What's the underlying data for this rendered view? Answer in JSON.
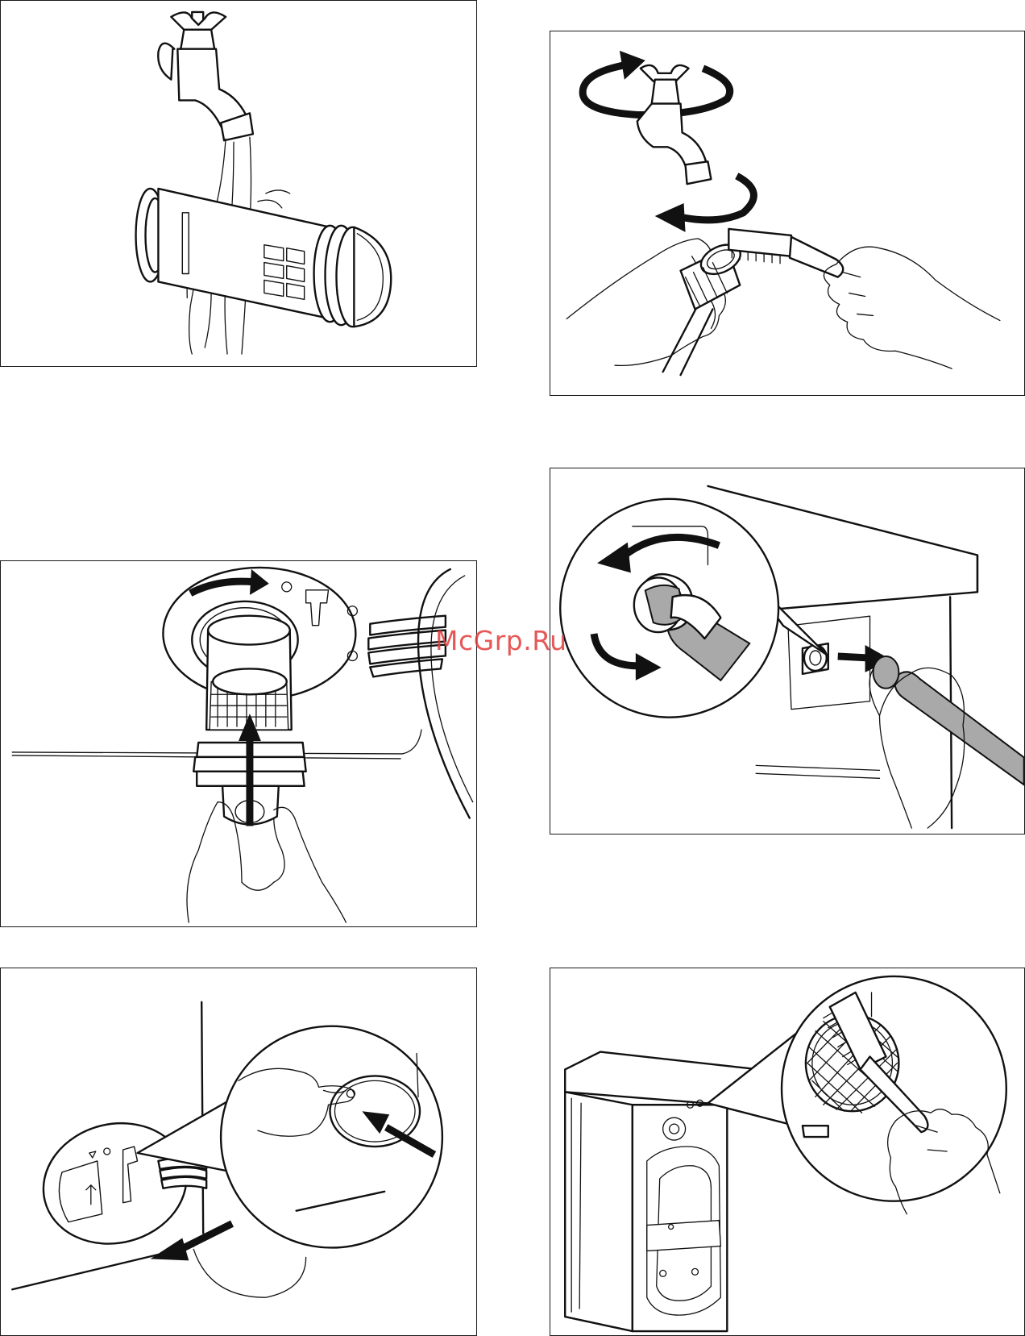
{
  "watermark": {
    "text": "McGrp.Ru",
    "color": "#e23b3b"
  },
  "panels": [
    {
      "id": "panel-1",
      "icons": [
        "tap-icon",
        "water-stream-icon",
        "drain-filter-icon"
      ]
    },
    {
      "id": "panel-2",
      "icons": [
        "tap-icon",
        "rotate-arrow-icon",
        "hose-connector-icon",
        "brush-icon",
        "hand-icon"
      ]
    },
    {
      "id": "panel-3",
      "icons": [
        "filter-housing-icon",
        "rotate-arrow-icon",
        "filter-insert-icon",
        "up-arrow-icon",
        "hand-icon"
      ]
    },
    {
      "id": "panel-4",
      "icons": [
        "machine-side-icon",
        "hose-nut-icon",
        "rotate-arrow-icon",
        "pull-arrow-icon",
        "hand-icon"
      ]
    },
    {
      "id": "panel-5",
      "icons": [
        "service-flap-icon",
        "finger-press-icon",
        "push-arrow-icon",
        "pull-out-arrow-icon"
      ]
    },
    {
      "id": "panel-6",
      "icons": [
        "washing-machine-icon",
        "inlet-filter-icon",
        "brush-icon",
        "hand-icon"
      ]
    }
  ]
}
